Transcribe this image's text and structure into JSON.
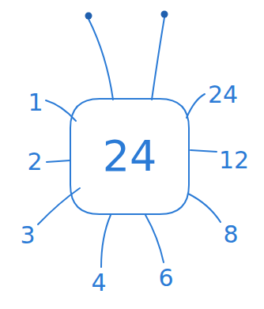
{
  "diagram": {
    "nodes": [
      {
        "text": [
          "24"
        ]
      }
    ],
    "labels": [
      "1",
      "24",
      "2",
      "12",
      "3",
      "8",
      "4",
      "6"
    ]
  }
}
